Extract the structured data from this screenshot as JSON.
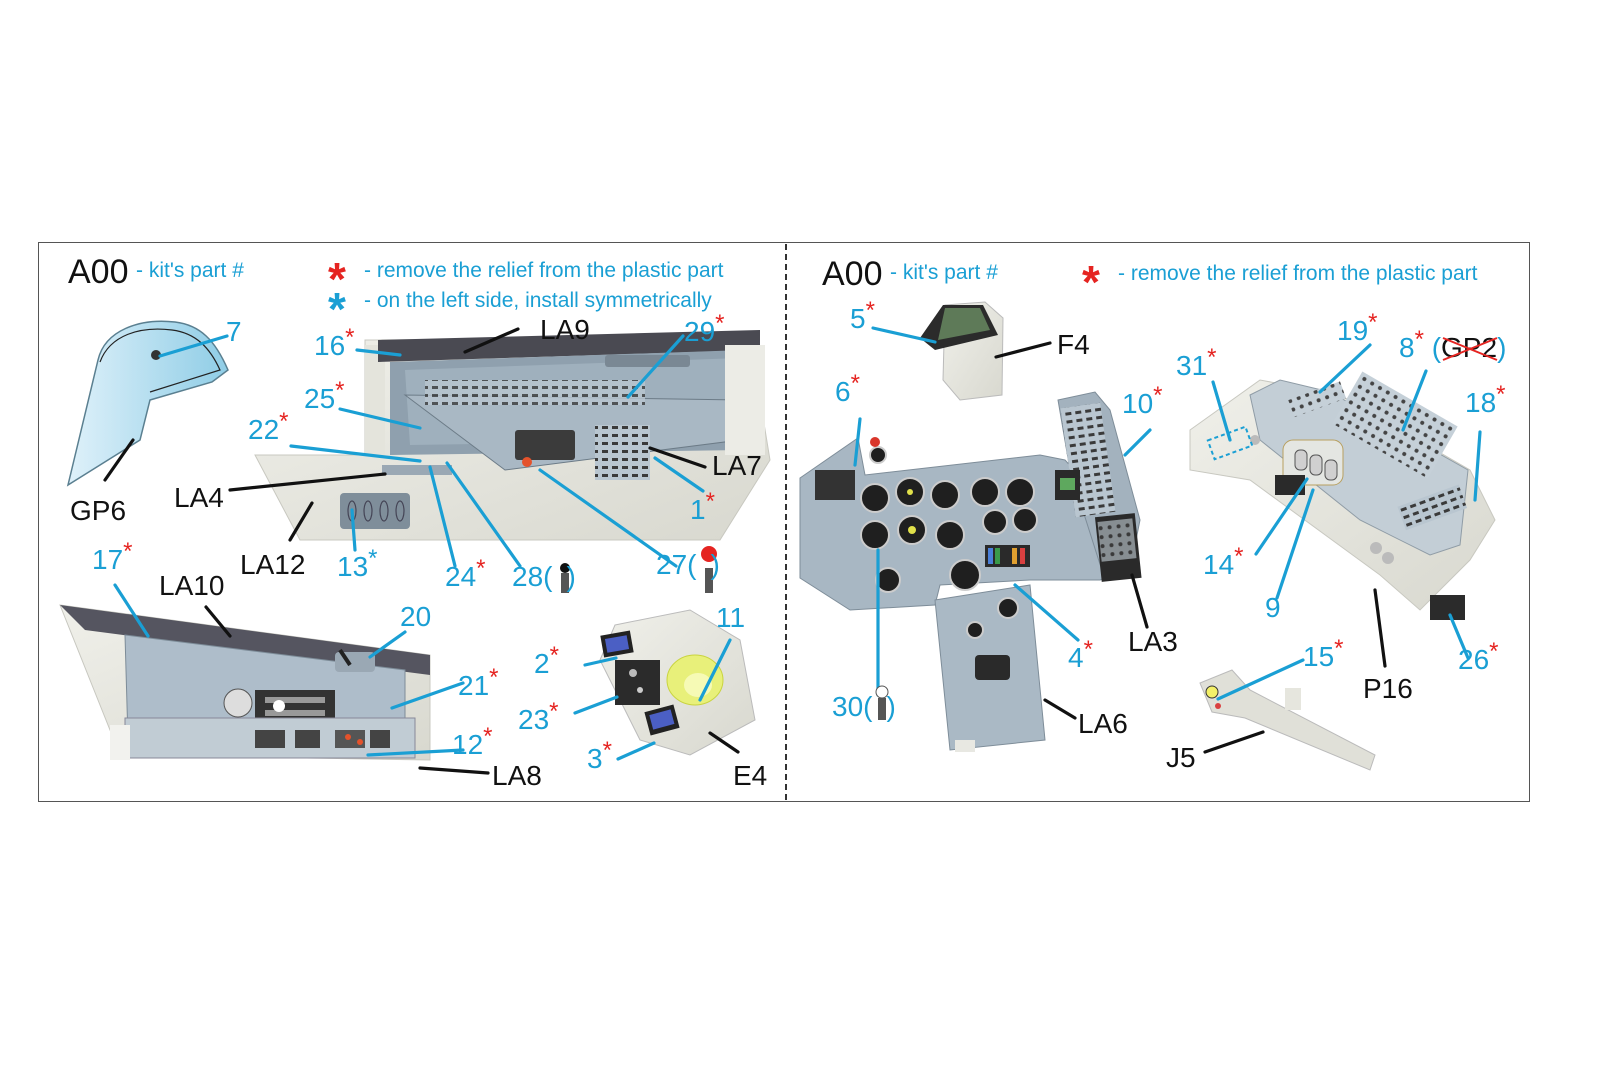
{
  "left_panel": {
    "header": {
      "code": "A00",
      "code_desc": "- kit's part #",
      "legend": [
        {
          "star_color": "#e52421",
          "text": "- remove the relief from the plastic part"
        },
        {
          "star_color": "#1a9fd4",
          "text": "- on the left side, install symmetrically"
        }
      ]
    },
    "labels": {
      "p7": "7",
      "gp6": "GP6",
      "p16": "16",
      "la9": "LA9",
      "p29": "29",
      "p25": "25",
      "p22": "22",
      "la4": "LA4",
      "la7": "LA7",
      "p1": "1",
      "la12": "LA12",
      "p13": "13",
      "p24": "24",
      "p28": "28(",
      "p28_close": ")",
      "p27": "27(",
      "p27_close": ")",
      "p17": "17",
      "la10": "LA10",
      "p20": "20",
      "p21": "21",
      "p12": "12",
      "la8": "LA8",
      "p2": "2",
      "p11": "11",
      "p23": "23",
      "p3": "3",
      "e4": "E4"
    }
  },
  "right_panel": {
    "header": {
      "code": "A00",
      "code_desc": "- kit's part #",
      "legend": [
        {
          "star_color": "#e52421",
          "text": "- remove the relief from the plastic part"
        }
      ]
    },
    "labels": {
      "p5": "5",
      "f4": "F4",
      "p6": "6",
      "p10": "10",
      "p31": "31",
      "p19": "19",
      "p8": "8",
      "gp2_open": "(",
      "gp2": "GP2",
      "gp2_close": ")",
      "p18": "18",
      "p14": "14",
      "p9": "9",
      "la3": "LA3",
      "p4": "4",
      "p30": "30(",
      "p30_close": ")",
      "la6": "LA6",
      "p26": "26",
      "p16": "P16",
      "p15": "15",
      "j5": "J5"
    }
  },
  "asterisk": "*",
  "colors": {
    "accent_blue": "#1a9fd4",
    "accent_red": "#e52421",
    "panel_gray": "#aebdca",
    "plastic": "#e6e6de"
  }
}
